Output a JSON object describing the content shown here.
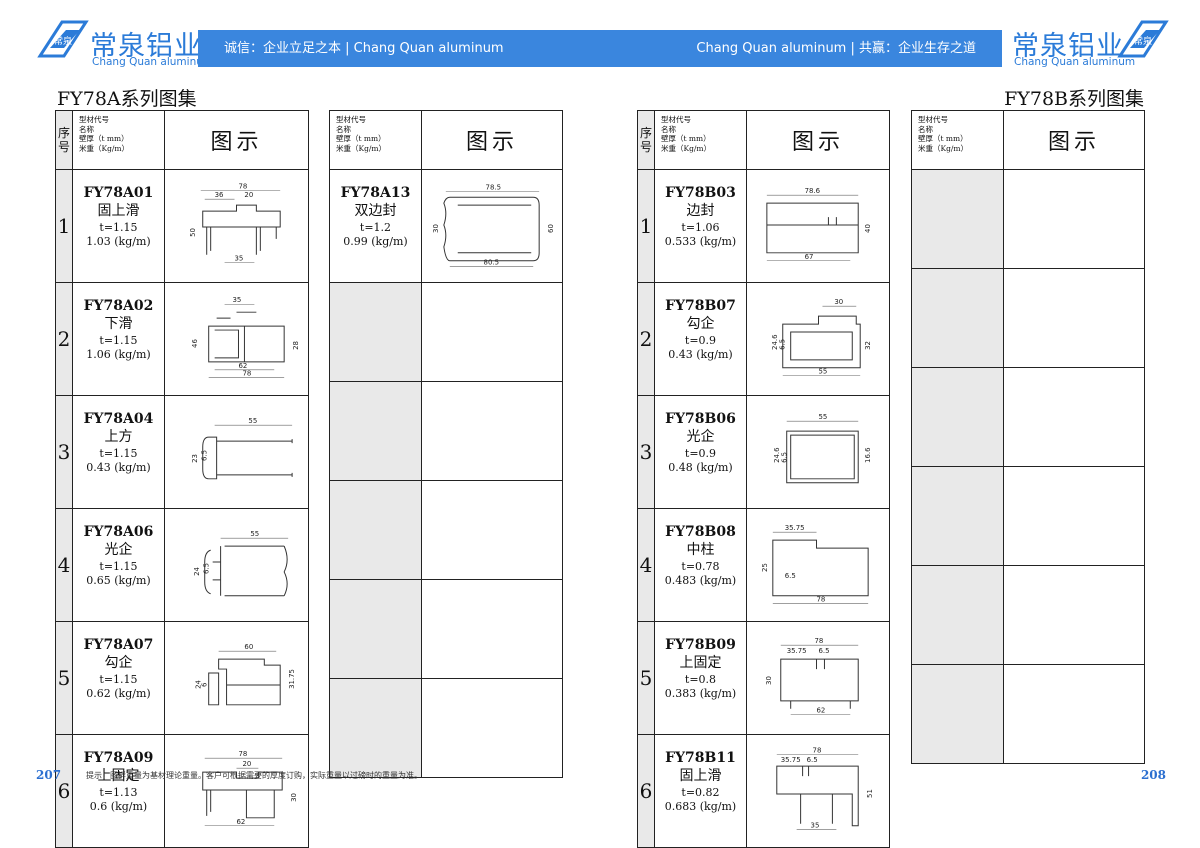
{
  "header": {
    "logo_left": {
      "cn": "常泉铝业",
      "en": "Chang Quan aluminum",
      "badge": "常泉"
    },
    "logo_right": {
      "cn": "常泉铝业",
      "en": "Chang Quan aluminum",
      "badge": "常泉"
    },
    "banner_left": "诚信：企业立足之本 | Chang Quan aluminum",
    "banner_right": "Chang Quan aluminum | 共赢：企业生存之道",
    "brand_color": "#3a86de"
  },
  "left_page": {
    "title": "FY78A系列图集",
    "page_number": "207",
    "num_header": "序号",
    "col_header": [
      "型材代号",
      "名称",
      "壁厚（t mm）",
      "米重（Kg/m）"
    ],
    "fig_header": "图示",
    "rows": [
      {
        "num": "1",
        "code": "FY78A01",
        "name": "固上滑",
        "t": "t=1.15",
        "w": "1.03 (kg/m)",
        "dims": [
          "78",
          "36",
          "20",
          "50",
          "35"
        ]
      },
      {
        "num": "2",
        "code": "FY78A02",
        "name": "下滑",
        "t": "t=1.15",
        "w": "1.06 (kg/m)",
        "dims": [
          "35",
          "46",
          "28",
          "62",
          "78"
        ]
      },
      {
        "num": "3",
        "code": "FY78A04",
        "name": "上方",
        "t": "t=1.15",
        "w": "0.43 (kg/m)",
        "dims": [
          "55",
          "23",
          "6.5"
        ]
      },
      {
        "num": "4",
        "code": "FY78A06",
        "name": "光企",
        "t": "t=1.15",
        "w": "0.65 (kg/m)",
        "dims": [
          "55",
          "24",
          "6.5"
        ]
      },
      {
        "num": "5",
        "code": "FY78A07",
        "name": "勾企",
        "t": "t=1.15",
        "w": "0.62 (kg/m)",
        "dims": [
          "60",
          "24",
          "6",
          "31.75"
        ]
      },
      {
        "num": "6",
        "code": "FY78A09",
        "name": "上固定",
        "t": "t=1.13",
        "w": "0.6 (kg/m)",
        "dims": [
          "78",
          "20",
          "30",
          "62"
        ]
      }
    ],
    "second_col": {
      "col_header": [
        "型材代号",
        "名称",
        "壁厚（t mm）",
        "米重（Kg/m）"
      ],
      "fig_header": "图示",
      "rows": [
        {
          "code": "FY78A13",
          "name": "双边封",
          "t": "t=1.2",
          "w": "0.99 (kg/m)",
          "dims": [
            "78.5",
            "30",
            "60",
            "80.5"
          ]
        }
      ]
    },
    "footnote": "提示：图样重量为基材理论重量。客户可根据需要的厚度订购，实际重量以过磅时的重量为准。"
  },
  "right_page": {
    "title": "FY78B系列图集",
    "page_number": "208",
    "num_header": "序号",
    "col_header": [
      "型材代号",
      "名称",
      "壁厚（t mm）",
      "米重（Kg/m）"
    ],
    "fig_header": "图示",
    "rows": [
      {
        "num": "1",
        "code": "FY78B03",
        "name": "边封",
        "t": "t=1.06",
        "w": "0.533 (kg/m)",
        "dims": [
          "78.6",
          "40",
          "67"
        ]
      },
      {
        "num": "2",
        "code": "FY78B07",
        "name": "勾企",
        "t": "t=0.9",
        "w": "0.43 (kg/m)",
        "dims": [
          "30",
          "24.6",
          "6.5",
          "32",
          "55"
        ]
      },
      {
        "num": "3",
        "code": "FY78B06",
        "name": "光企",
        "t": "t=0.9",
        "w": "0.48 (kg/m)",
        "dims": [
          "55",
          "24.6",
          "6.5",
          "16.6"
        ]
      },
      {
        "num": "4",
        "code": "FY78B08",
        "name": "中柱",
        "t": "t=0.78",
        "w": "0.483 (kg/m)",
        "dims": [
          "35.75",
          "25",
          "6.5",
          "78"
        ]
      },
      {
        "num": "5",
        "code": "FY78B09",
        "name": "上固定",
        "t": "t=0.8",
        "w": "0.383 (kg/m)",
        "dims": [
          "78",
          "35.75",
          "6.5",
          "30",
          "62"
        ]
      },
      {
        "num": "6",
        "code": "FY78B11",
        "name": "固上滑",
        "t": "t=0.82",
        "w": "0.683 (kg/m)",
        "dims": [
          "78",
          "35.75",
          "6.5",
          "51",
          "35"
        ]
      }
    ],
    "second_col": {
      "col_header": [
        "型材代号",
        "名称",
        "壁厚（t mm）",
        "米重（Kg/m）"
      ],
      "fig_header": "图示"
    }
  }
}
